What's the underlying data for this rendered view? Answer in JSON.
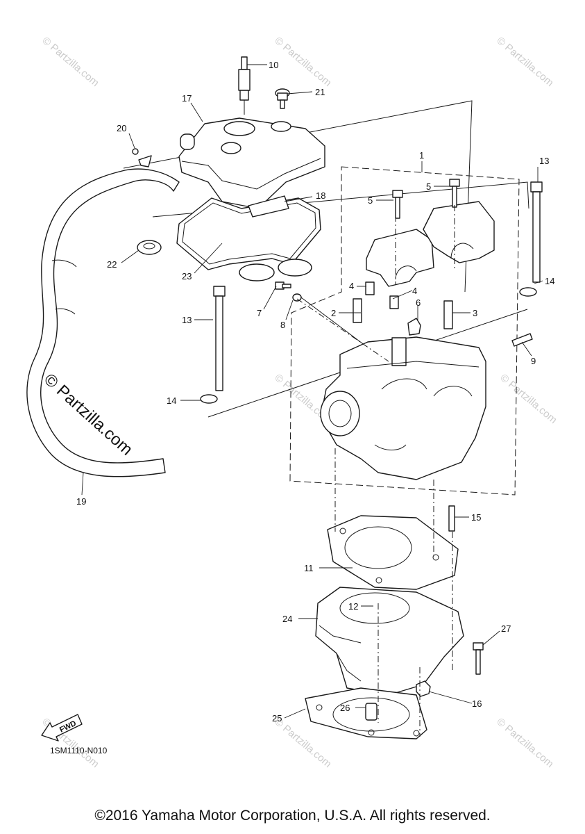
{
  "callouts": {
    "c1": "1",
    "c2": "2",
    "c3": "3",
    "c4a": "4",
    "c4b": "4",
    "c5a": "5",
    "c5b": "5",
    "c6": "6",
    "c7": "7",
    "c8": "8",
    "c9": "9",
    "c10": "10",
    "c11": "11",
    "c12": "12",
    "c13a": "13",
    "c13b": "13",
    "c14a": "14",
    "c14b": "14",
    "c15": "15",
    "c16": "16",
    "c17": "17",
    "c18": "18",
    "c19": "19",
    "c20": "20",
    "c21": "21",
    "c22": "22",
    "c23": "23",
    "c24": "24",
    "c25": "25",
    "c26": "26",
    "c27": "27"
  },
  "fwd_label": "FWD",
  "diagram_code": "1SM1110-N010",
  "watermark": "© Partzilla.com",
  "copyright": "©2016 Yamaha Motor Corporation, U.S.A. All rights reserved."
}
